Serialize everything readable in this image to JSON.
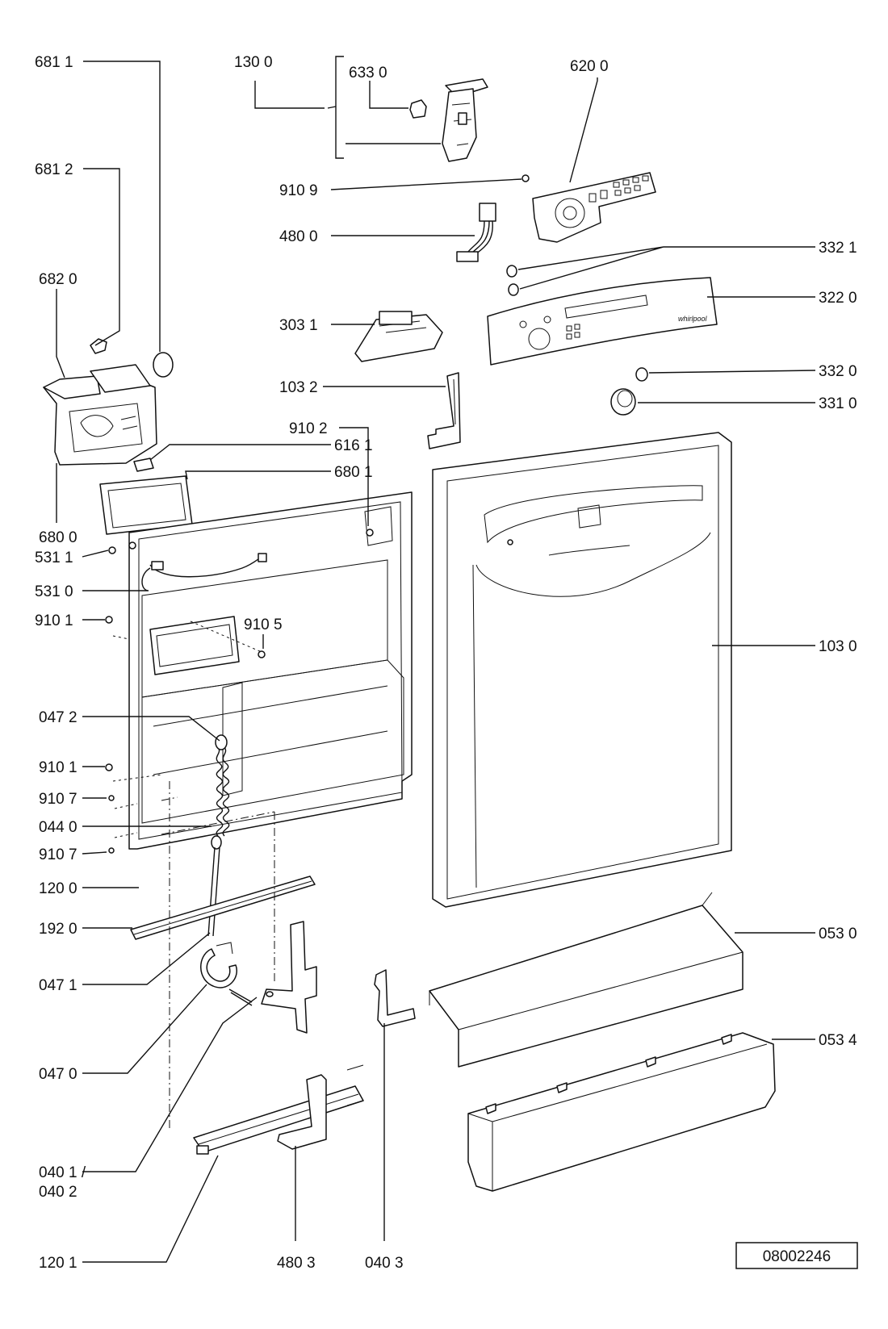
{
  "drawing_number": "08002246",
  "labels": {
    "l6811": "681 1",
    "l1300": "130 0",
    "l6330": "633 0",
    "l6200": "620 0",
    "l6812": "681 2",
    "l9109": "910 9",
    "l4800": "480 0",
    "l3321": "332 1",
    "l6820": "682 0",
    "l3220": "322 0",
    "l3031": "303 1",
    "l1032": "103 2",
    "l3320": "332 0",
    "l3310": "331 0",
    "l9102": "910 2",
    "l6161": "616 1",
    "l6801": "680 1",
    "l6800": "680 0",
    "l5311": "531 1",
    "l5310": "531 0",
    "l9101a": "910 1",
    "l9105": "910 5",
    "l1030": "103 0",
    "l0472": "047 2",
    "l9101b": "910 1",
    "l9107a": "910 7",
    "l0440": "044 0",
    "l9107b": "910 7",
    "l1200": "120 0",
    "l1920": "192 0",
    "l0530": "053 0",
    "l0471": "047 1",
    "l0534": "053 4",
    "l0470": "047 0",
    "l0401a": "040 1 /",
    "l0402": "040 2",
    "l1201": "120 1",
    "l4803": "480 3",
    "l0403": "040 3"
  }
}
